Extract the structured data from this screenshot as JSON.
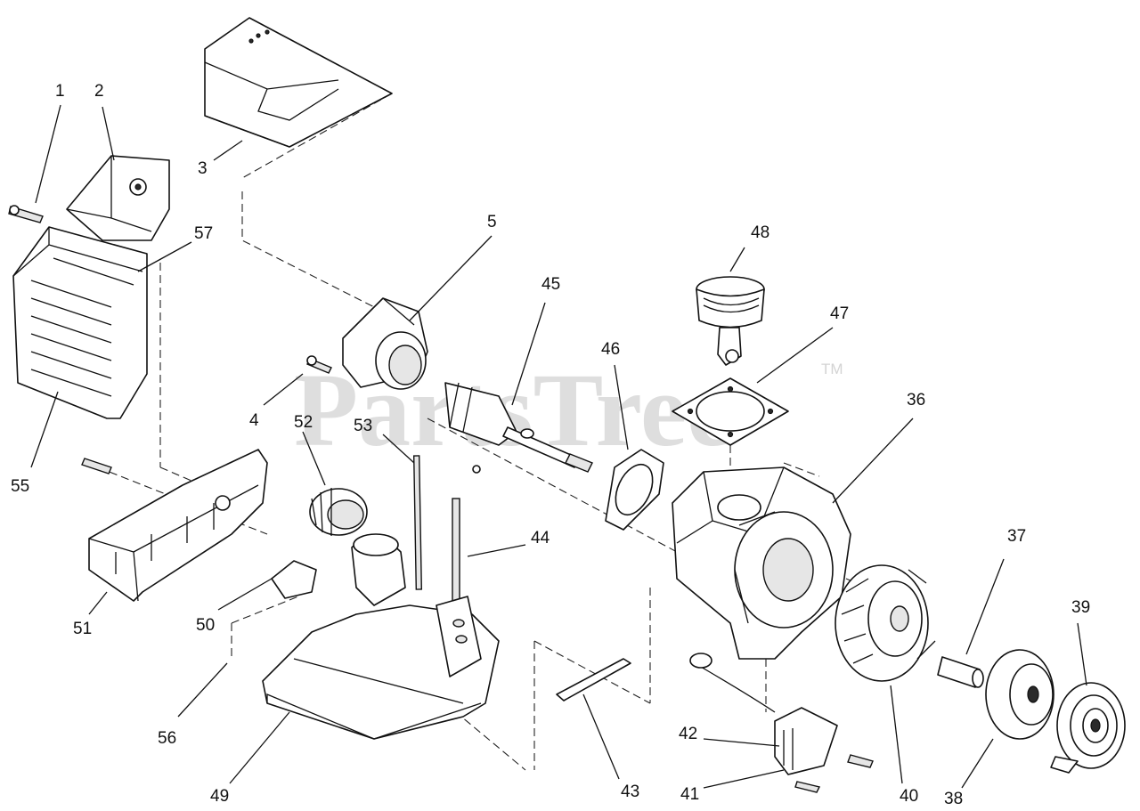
{
  "watermark": {
    "text": "PartsTree",
    "trademark": "TM"
  },
  "callouts": [
    {
      "id": "c1",
      "label": "1"
    },
    {
      "id": "c2",
      "label": "2"
    },
    {
      "id": "c3",
      "label": "3"
    },
    {
      "id": "c4",
      "label": "4"
    },
    {
      "id": "c5",
      "label": "5"
    },
    {
      "id": "c36",
      "label": "36"
    },
    {
      "id": "c37",
      "label": "37"
    },
    {
      "id": "c38",
      "label": "38"
    },
    {
      "id": "c39",
      "label": "39"
    },
    {
      "id": "c40",
      "label": "40"
    },
    {
      "id": "c41",
      "label": "41"
    },
    {
      "id": "c42",
      "label": "42"
    },
    {
      "id": "c43",
      "label": "43"
    },
    {
      "id": "c44",
      "label": "44"
    },
    {
      "id": "c45",
      "label": "45"
    },
    {
      "id": "c46",
      "label": "46"
    },
    {
      "id": "c47",
      "label": "47"
    },
    {
      "id": "c48",
      "label": "48"
    },
    {
      "id": "c49",
      "label": "49"
    },
    {
      "id": "c50",
      "label": "50"
    },
    {
      "id": "c51",
      "label": "51"
    },
    {
      "id": "c52",
      "label": "52"
    },
    {
      "id": "c53",
      "label": "53"
    },
    {
      "id": "c55",
      "label": "55"
    },
    {
      "id": "c56",
      "label": "56"
    },
    {
      "id": "c57",
      "label": "57"
    }
  ]
}
